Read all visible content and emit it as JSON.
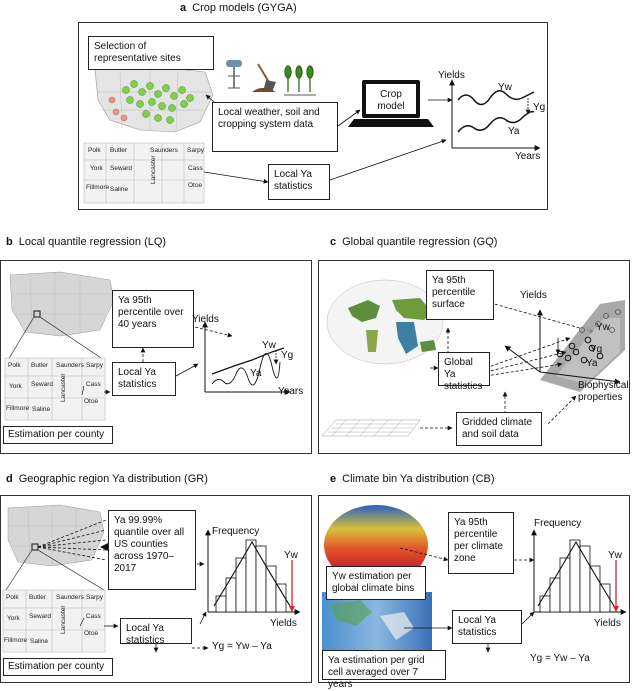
{
  "panels": {
    "a": {
      "letter": "a",
      "title": "Crop models (GYGA)",
      "sites_box": "Selection of representative sites",
      "weather_box": "Local weather, soil and cropping system data",
      "crop_model": "Crop model",
      "ya_box": "Local Ya statistics",
      "yields": "Yields",
      "yw": "Yw",
      "yg": "Yg",
      "ya": "Ya",
      "years": "Years"
    },
    "b": {
      "letter": "b",
      "title": "Local quantile regression (LQ)",
      "ya95_box": "Ya 95th percentile over 40 years",
      "local_box": "Local Ya statistics",
      "yields": "Yields",
      "yw": "Yw",
      "yg": "Yg",
      "ya": "Ya",
      "years": "Years",
      "estimation": "Estimation per county"
    },
    "c": {
      "letter": "c",
      "title": "Global quantile regression (GQ)",
      "surface_box": "Ya 95th percentile surface",
      "global_box": "Global Ya statistics",
      "gridded_box": "Gridded climate and soil data",
      "yields": "Yields",
      "yw": "Yw",
      "yg": "Yg",
      "ya": "Ya",
      "biophysical": "Biophysical properties"
    },
    "d": {
      "letter": "d",
      "title": "Geographic region Ya distribution (GR)",
      "quantile_box": "Ya 99.99% quantile over all US counties across 1970–2017",
      "local_box": "Local Ya statistics",
      "frequency": "Frequency",
      "yw": "Yw",
      "yields": "Yields",
      "formula": "Yg = Yw – Ya",
      "estimation": "Estimation per county"
    },
    "e": {
      "letter": "e",
      "title": "Climate bin Ya distribution (CB)",
      "ya95_box": "Ya 95th percentile per climate zone",
      "local_box": "Local Ya statistics",
      "frequency": "Frequency",
      "yw": "Yw",
      "yields": "Yields",
      "formula": "Yg = Yw – Ya",
      "yw_est": "Yw estimation per global climate bins",
      "ya_est": "Ya estimation per grid cell averaged over 7 years"
    }
  },
  "counties": {
    "polk": "Polk",
    "butler": "Butler",
    "saunders": "Saunders",
    "sarpy": "Sarpy",
    "york": "York",
    "seward": "Seward",
    "lancaster": "Lancaster",
    "cass": "Cass",
    "otoe": "Otoe",
    "fillmore": "Fillmore",
    "saline": "Saline"
  },
  "colors": {
    "frame": "#333333",
    "map_gray": "#cfcfcf",
    "site_green": "#7fd14a",
    "site_pink": "#e89a8a",
    "yw_red": "#e0202a",
    "surface_gray": "#9a9a9a"
  },
  "icons": [
    "weather-station-icon",
    "soil-shovel-icon",
    "crop-rows-icon",
    "laptop-icon"
  ]
}
